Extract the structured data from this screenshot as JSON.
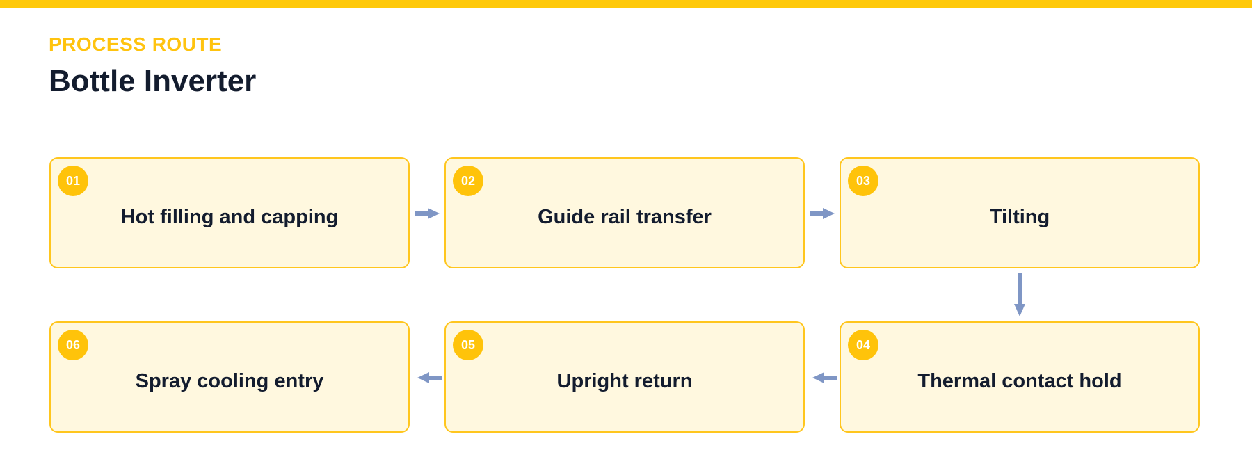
{
  "header": {
    "eyebrow": "PROCESS ROUTE",
    "title": "Bottle Inverter"
  },
  "colors": {
    "accent": "#FFC90A",
    "box_fill": "#FFF8DF",
    "box_border": "#FFC61E",
    "text": "#131C2E",
    "arrow": "#7F96C5"
  },
  "steps": [
    {
      "number": "01",
      "label": "Hot filling and capping"
    },
    {
      "number": "02",
      "label": "Guide rail transfer"
    },
    {
      "number": "03",
      "label": "Tilting"
    },
    {
      "number": "04",
      "label": "Thermal contact hold"
    },
    {
      "number": "05",
      "label": "Upright return"
    },
    {
      "number": "06",
      "label": "Spray cooling entry"
    }
  ]
}
